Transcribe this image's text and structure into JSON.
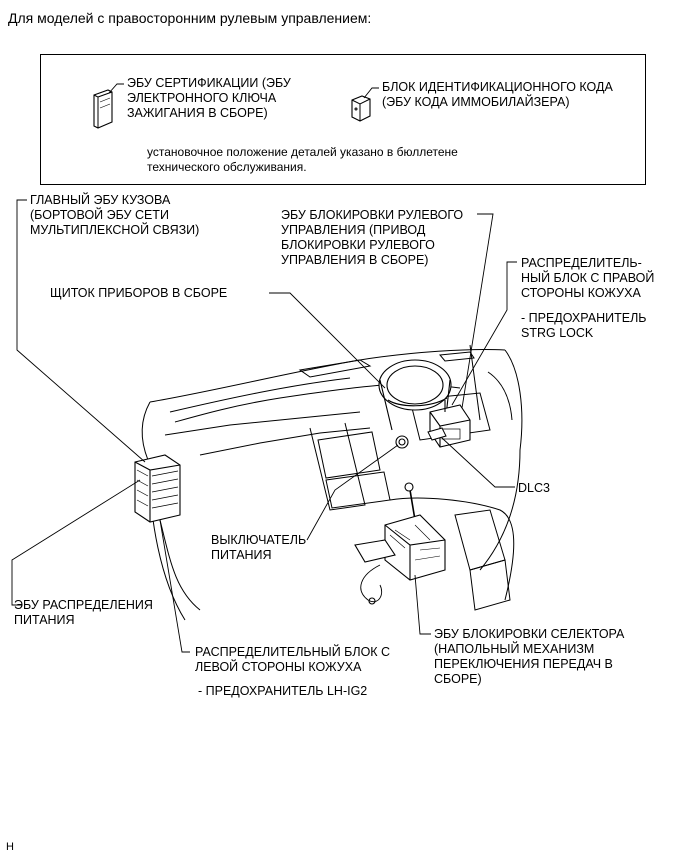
{
  "title": "Для моделей с правосторонним рулевым управлением:",
  "legend": {
    "item1": "ЭБУ СЕРТИФИКАЦИИ (ЭБУ\nЭЛЕКТРОННОГО КЛЮЧА\nЗАЖИГАНИЯ В СБОРЕ)",
    "item2": "БЛОК ИДЕНТИФИКАЦИОННОГО КОДА\n(ЭБУ КОДА ИММОБИЛАЙЗЕРА)",
    "note": "установочное положение деталей указано в бюллетене\nтехнического обслуживания."
  },
  "labels": {
    "main_body_ecu": "ГЛАВНЫЙ ЭБУ КУЗОВА\n(БОРТОВОЙ ЭБУ СЕТИ\nМУЛЬТИПЛЕКСНОЙ СВЯЗИ)",
    "steering_lock_ecu": "ЭБУ БЛОКИРОВКИ РУЛЕВОГО\nУПРАВЛЕНИЯ (ПРИВОД\nБЛОКИРОВКИ РУЛЕВОГО\nУПРАВЛЕНИЯ В СБОРЕ)",
    "junction_block_right": "РАСПРЕДЕЛИТЕЛЬ-\nНЫЙ БЛОК С ПРАВОЙ\nСТОРОНЫ КОЖУХА",
    "fuse_strg_lock": "- ПРЕДОХРАНИТЕЛЬ\nSTRG LOCK",
    "combination_meter": "ЩИТОК ПРИБОРОВ В СБОРЕ",
    "dlc3": "DLC3",
    "power_switch": "ВЫКЛЮЧАТЕЛЬ\nПИТАНИЯ",
    "power_dist_ecu": "ЭБУ РАСПРЕДЕЛЕНИЯ\nПИТАНИЯ",
    "junction_block_left": "РАСПРЕДЕЛИТЕЛЬНЫЙ БЛОК С\nЛЕВОЙ СТОРОНЫ КОЖУХА",
    "fuse_lh_ig2": "- ПРЕДОХРАНИТЕЛЬ LH-IG2",
    "shift_lock_ecu": "ЭБУ БЛОКИРОВКИ СЕЛЕКТОРА\n(НАПОЛЬНЫЙ МЕХАНИЗМ\nПЕРЕКЛЮЧЕНИЯ ПЕРЕДАЧ В\nСБОРЕ)"
  },
  "footer": "H"
}
